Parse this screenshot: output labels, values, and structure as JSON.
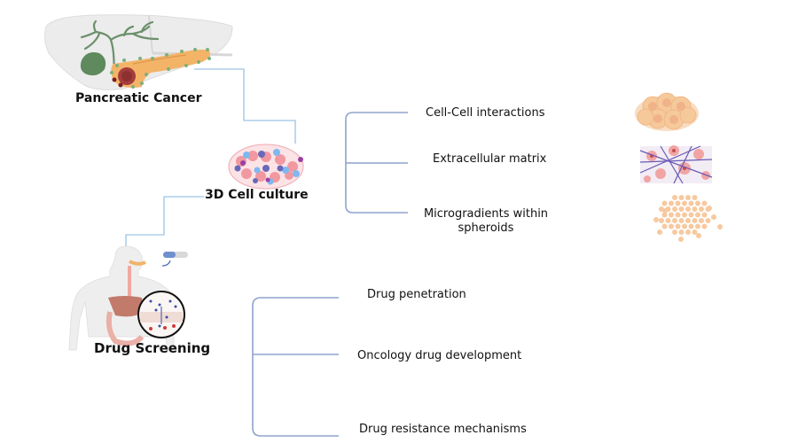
{
  "diagram": {
    "nodes": {
      "pancreatic_cancer": {
        "label": "Pancreatic Cancer",
        "icon": "liver-pancreas-tumor-icon"
      },
      "cell_culture_3d": {
        "label": "3D Cell culture",
        "icon": "cell-spheroid-icon"
      },
      "drug_screening": {
        "label": "Drug Screening",
        "icon": "human-digestive-system-icon"
      }
    },
    "culture_branches": [
      {
        "label": "Cell-Cell interactions",
        "icon": "cell-cluster-icon"
      },
      {
        "label": "Extracellular matrix",
        "icon": "extracellular-matrix-icon"
      },
      {
        "label_line1": "Microgradients within",
        "label_line2": "spheroids",
        "icon": "spheroid-dots-icon"
      }
    ],
    "screening_branches": [
      {
        "label": "Drug penetration"
      },
      {
        "label": "Oncology drug development"
      },
      {
        "label": "Drug resistance mechanisms"
      }
    ],
    "colors": {
      "connector": "#9cc3e6",
      "bracket": "#8fa3cc",
      "text": "#111111"
    }
  }
}
